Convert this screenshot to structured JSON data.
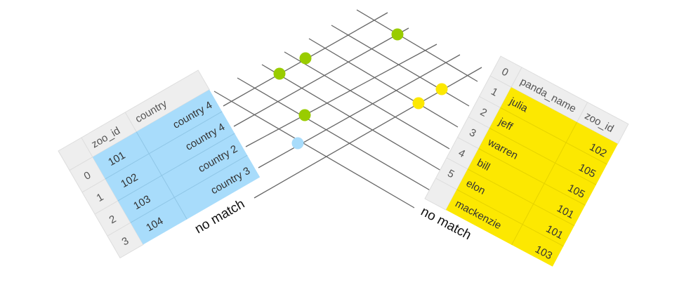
{
  "left_table": {
    "columns": [
      "zoo_id",
      "country"
    ],
    "index": [
      "0",
      "1",
      "2",
      "3"
    ],
    "rows": [
      [
        "101",
        "country 4"
      ],
      [
        "102",
        "country 4"
      ],
      [
        "103",
        "country 2"
      ],
      [
        "104",
        "country 3"
      ]
    ],
    "fill_color": "#a8dcfb",
    "header_color": "#eeeeee"
  },
  "right_table": {
    "columns": [
      "panda_name",
      "zoo_id"
    ],
    "index": [
      "0",
      "1",
      "2",
      "3",
      "4",
      "5"
    ],
    "rows": [
      [
        "julia",
        "102"
      ],
      [
        "jeff",
        "105"
      ],
      [
        "warren",
        "105"
      ],
      [
        "bill",
        "101"
      ],
      [
        "elon",
        "101"
      ],
      [
        "mackenzie",
        "103"
      ]
    ],
    "fill_color": "#fce801",
    "header_color": "#eeeeee"
  },
  "labels": {
    "left_no_match": "no match",
    "right_no_match": "no match"
  },
  "match_colors": {
    "match": "#99cc00",
    "left_only": "#a8dcfb",
    "right_only": "#fce801"
  },
  "grid_color": "#666666"
}
